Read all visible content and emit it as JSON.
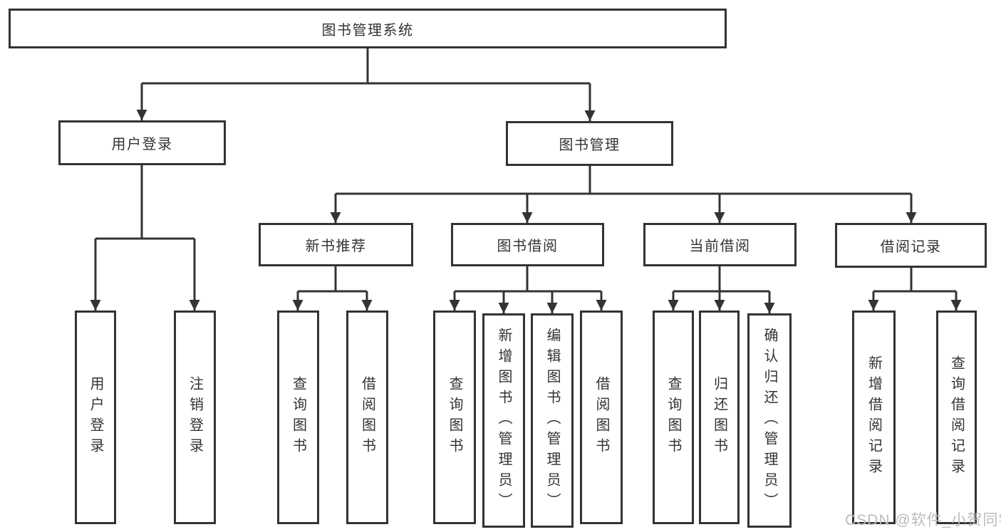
{
  "colors": {
    "line": "#333333",
    "text": "#333333",
    "watermark": "#bcbcbc",
    "background": "#ffffff"
  },
  "watermark": "CSDN @软件_小贺同学",
  "tree": {
    "root": "图书管理系统",
    "branches": [
      {
        "label": "用户登录",
        "children": [
          "用户登录",
          "注销登录"
        ]
      },
      {
        "label": "图书管理",
        "sections": [
          {
            "label": "新书推荐",
            "children": [
              "查询图书",
              "借阅图书"
            ]
          },
          {
            "label": "图书借阅",
            "children": [
              "查询图书",
              "新增图书（管理员）",
              "编辑图书（管理员）",
              "借阅图书"
            ]
          },
          {
            "label": "当前借阅",
            "children": [
              "查询图书",
              "归还图书",
              "确认归还（管理员）"
            ]
          },
          {
            "label": "借阅记录",
            "children": [
              "新增借阅记录",
              "查询借阅记录"
            ]
          }
        ]
      }
    ]
  }
}
